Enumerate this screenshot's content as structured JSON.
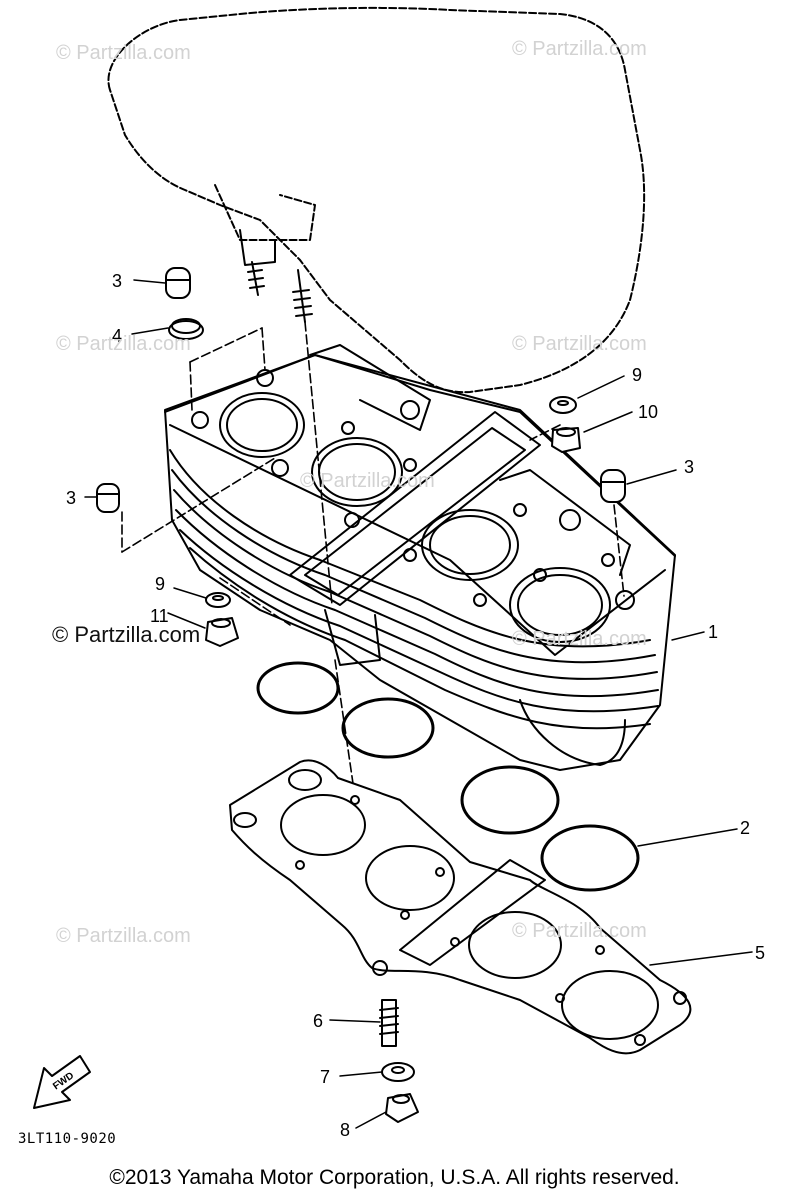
{
  "watermarks": [
    "© Partzilla.com",
    "© Partzilla.com",
    "© Partzilla.com",
    "© Partzilla.com",
    "© Partzilla.com",
    "© Partzilla.com",
    "© Partzilla.com",
    "© Partzilla.com"
  ],
  "watermark_main": "© Partzilla.com",
  "callouts": [
    "3",
    "4",
    "3",
    "9",
    "11",
    "9",
    "10",
    "3",
    "1",
    "2",
    "5",
    "6",
    "7",
    "8"
  ],
  "fwd_label": "FWD",
  "diagram_code": "3LT110-9020",
  "copyright": "©2013 Yamaha Motor Corporation, U.S.A. All rights reserved."
}
